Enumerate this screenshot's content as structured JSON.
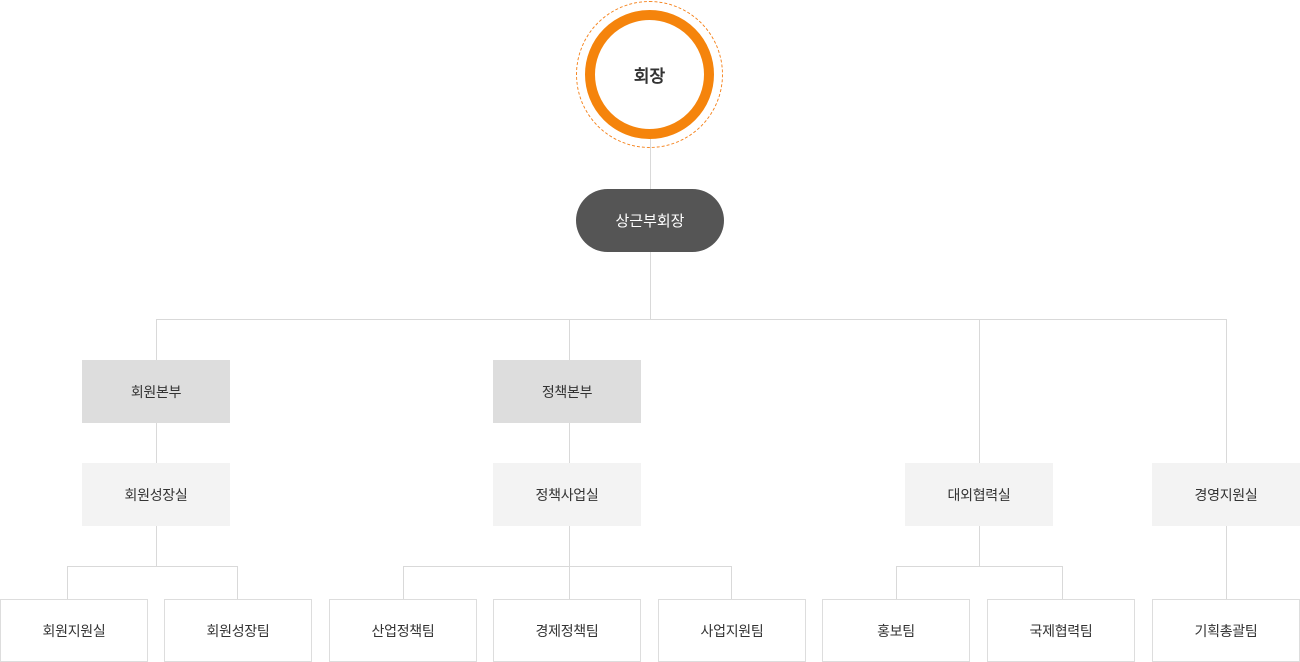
{
  "chairman": "회장",
  "vice_chairman": "상근부회장",
  "divisions": {
    "membership": {
      "label": "회원본부",
      "office": "회원성장실",
      "teams": [
        "회원지원실",
        "회원성장팀"
      ]
    },
    "policy": {
      "label": "정책본부",
      "office": "정책사업실",
      "teams": [
        "산업정책팀",
        "경제정책팀",
        "사업지원팀"
      ]
    }
  },
  "offices": {
    "external": {
      "label": "대외협력실",
      "teams": [
        "홍보팀",
        "국제협력팀"
      ]
    },
    "management": {
      "label": "경영지원실",
      "teams": [
        "기획총괄팀"
      ]
    }
  },
  "colors": {
    "chairman_ring": "#f5840c",
    "vice_chairman_bg": "#555555",
    "division_bg": "#dddddd",
    "office_bg": "#f3f3f3",
    "connector": "#d9d9d9"
  }
}
